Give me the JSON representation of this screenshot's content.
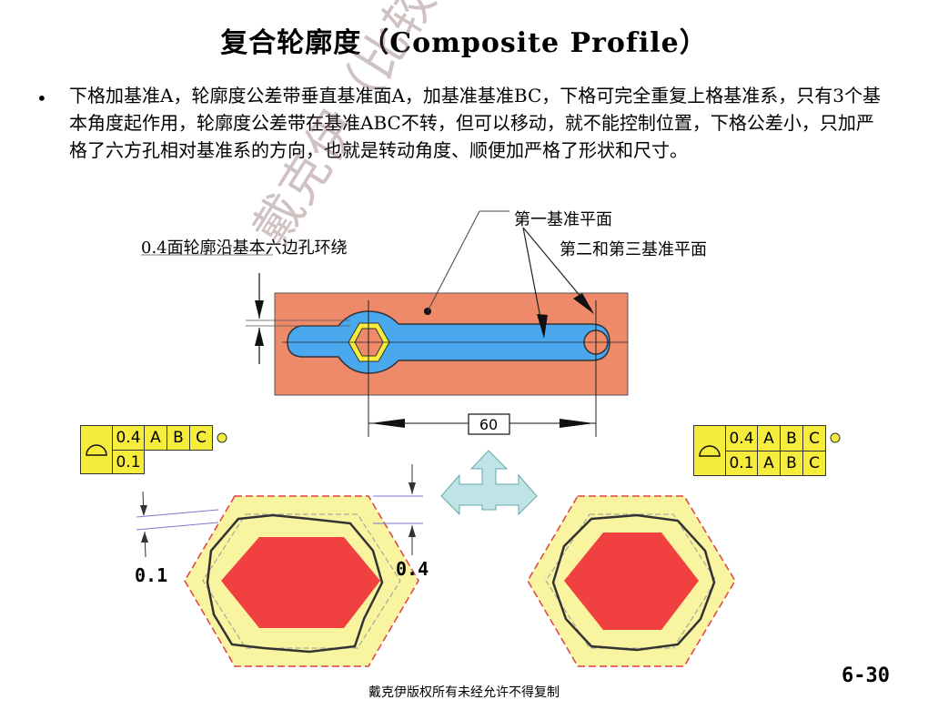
{
  "title": "复合轮廓度（Composite Profile）",
  "bullet": {
    "marker": "•",
    "text": "下格加基准A，轮廓度公差带垂直基准面A，加基准基准BC，下格可完全重复上格基准系，只有3个基本角度起作用，轮廓度公差带在基准ABC不转，但可以移动，就不能控制位置，下格公差小，只加严格了六方孔相对基准系的方向，也就是转动角度、顺便加严格了形状和尺寸。"
  },
  "labels": {
    "profile_around": "0.4面轮廓沿基本六边孔环绕",
    "primary_datum": "第一基准平面",
    "secondary_datum": "第二和第三基准平面",
    "dim_60": "60",
    "tol_01": "0.1",
    "tol_04": "0.4"
  },
  "fcf_left": {
    "upper": [
      "0.4",
      "A",
      "B",
      "C"
    ],
    "lower": [
      "0.1"
    ]
  },
  "fcf_right": {
    "upper": [
      "0.4",
      "A",
      "B",
      "C"
    ],
    "lower": [
      "0.1",
      "A",
      "B",
      "C"
    ]
  },
  "colors": {
    "part_fill": "#ee8a6a",
    "slot_fill": "#4aa8ee",
    "fcf_fill": "#f5ec3c",
    "zone_fill": "#f8f4a0",
    "hex_fill": "#f04040",
    "arrow_fill": "#bfe3e6"
  },
  "watermark": "戴克伊（比较）技术有限公司",
  "page_number": "6-30",
  "footer": "戴克伊版权所有未经允许不得复制"
}
